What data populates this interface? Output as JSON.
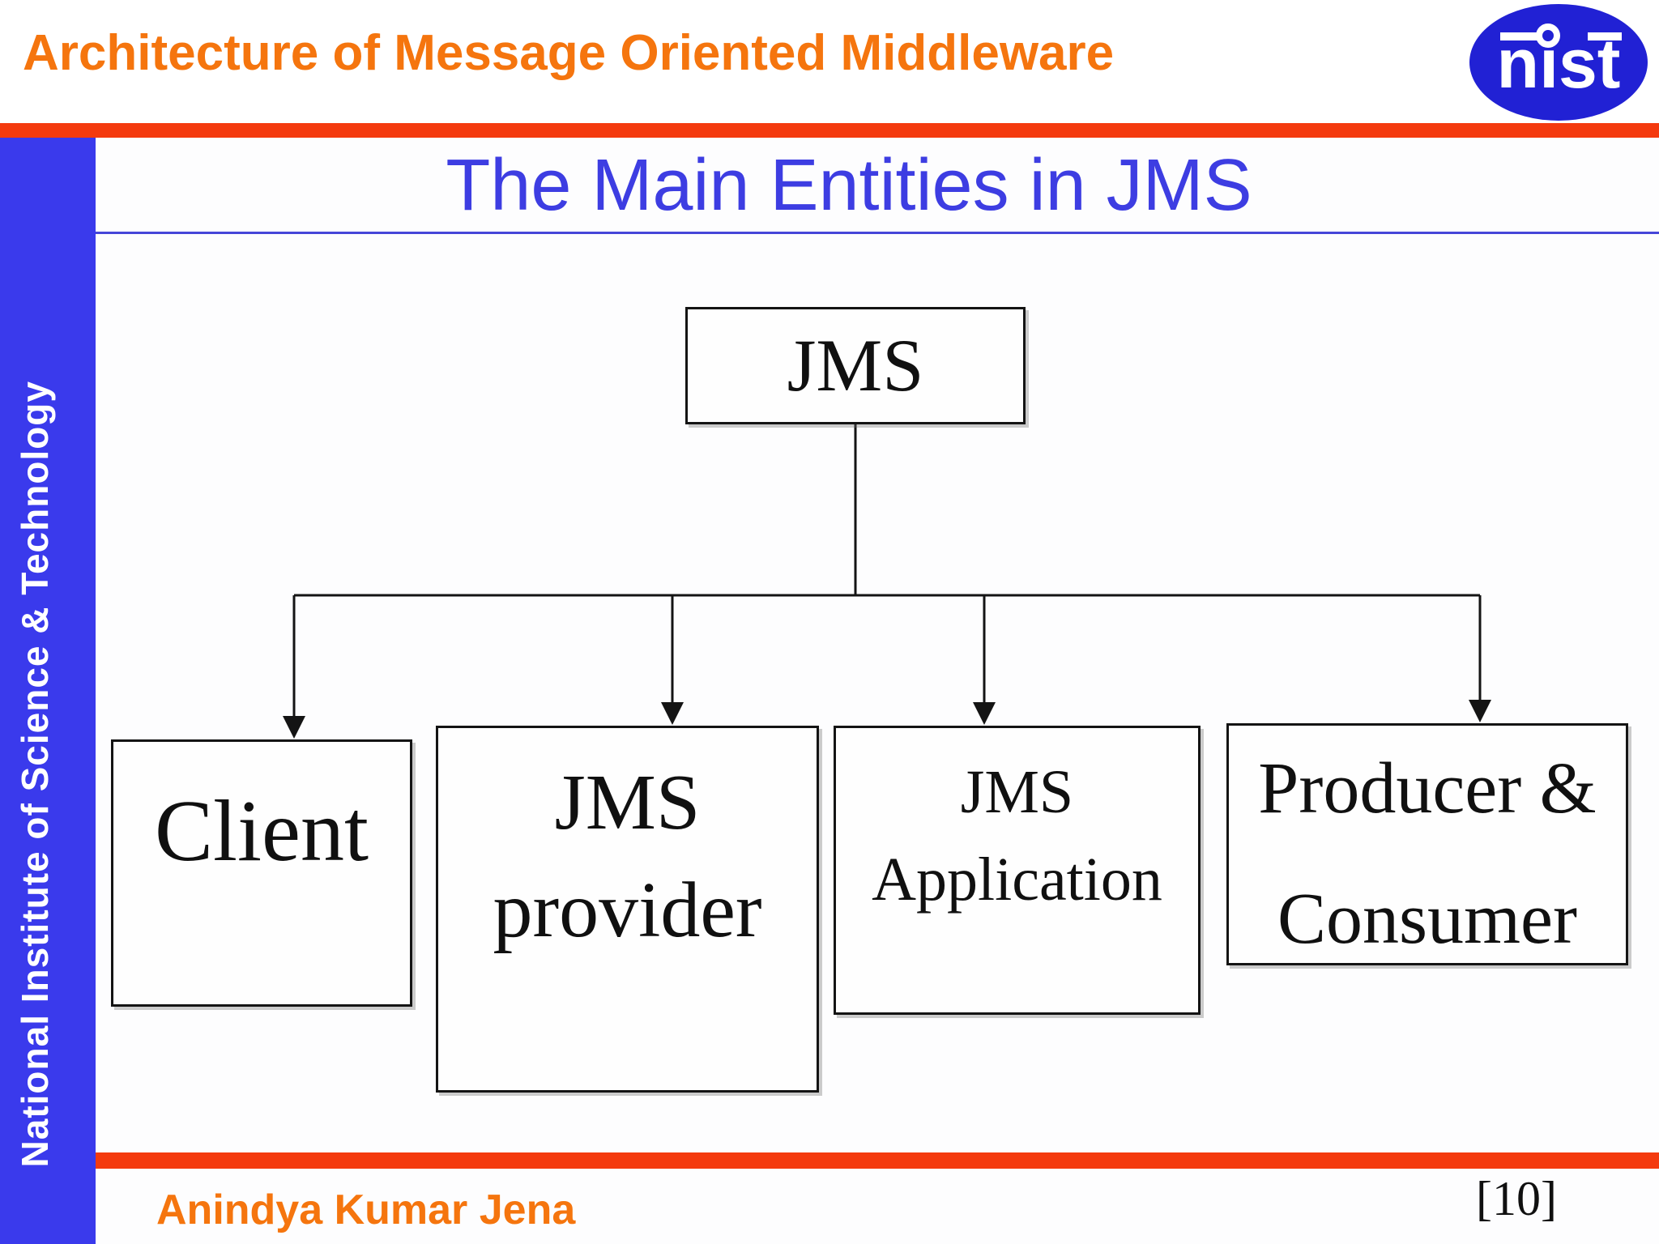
{
  "header": {
    "title": "Architecture of Message Oriented Middleware",
    "logo_text": "nıst"
  },
  "sidebar": {
    "label": "National Institute of Science & Technology"
  },
  "slide": {
    "title": "The Main Entities in JMS"
  },
  "diagram": {
    "root": {
      "label": "JMS"
    },
    "children": [
      {
        "id": "client",
        "line1": "Client",
        "line2": ""
      },
      {
        "id": "jms-provider",
        "line1": "JMS",
        "line2": "provider"
      },
      {
        "id": "jms-application",
        "line1": "JMS",
        "line2": "Application"
      },
      {
        "id": "producer-consumer",
        "line1": "Producer &",
        "line2": "Consumer"
      }
    ]
  },
  "footer": {
    "author": "Anindya Kumar Jena",
    "page_number": "[10]"
  },
  "colors": {
    "accent_orange": "#f5750e",
    "bar_red": "#f43a0e",
    "sidebar_blue": "#3a3aec",
    "title_blue": "#3d3de2",
    "logo_blue": "#2121d4",
    "line_black": "#141414"
  }
}
